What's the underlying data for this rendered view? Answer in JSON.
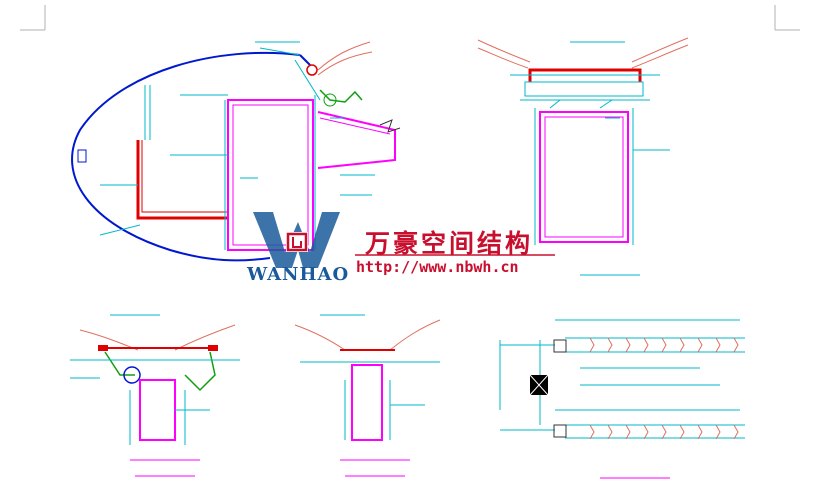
{
  "watermark": {
    "title": "万豪空间结构",
    "url": "http://www.nbwh.cn",
    "logo_text": "WANHAO"
  },
  "colors": {
    "magenta": "#ff00ff",
    "cyan": "#00b8c8",
    "blue": "#0018d0",
    "red": "#e00000",
    "salmon": "#e07060",
    "green": "#10a010",
    "brand_red": "#c8102e",
    "brand_blue": "#1a5a9a"
  }
}
